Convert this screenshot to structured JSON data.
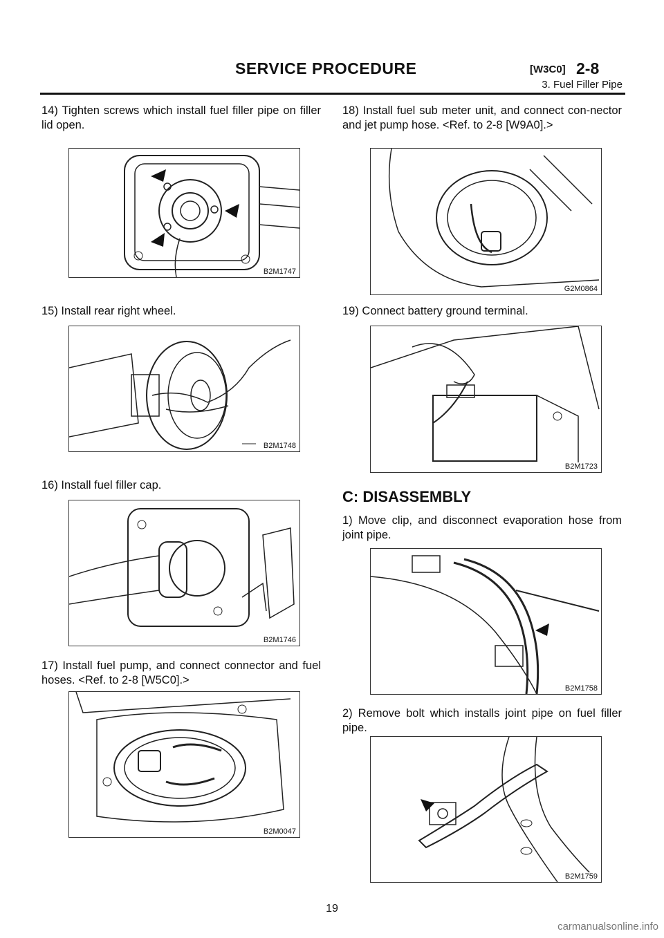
{
  "header": {
    "title": "SERVICE PROCEDURE",
    "code": "[W3C0]",
    "section": "2-8",
    "subtitle": "3. Fuel Filler Pipe"
  },
  "left_column": {
    "step14": "14) Tighten screws which install fuel filler pipe on filler lid open.",
    "fig14": "B2M1747",
    "step15": "15) Install rear right wheel.",
    "fig15": "B2M1748",
    "step16": "16) Install fuel filler cap.",
    "fig16": "B2M1746",
    "step17": "17) Install fuel pump, and connect connector and fuel hoses. <Ref. to 2-8 [W5C0].>",
    "fig17": "B2M0047"
  },
  "right_column": {
    "step18": "18) Install fuel sub meter unit, and connect con-nector and jet pump hose. <Ref. to 2-8 [W9A0].>",
    "fig18": "G2M0864",
    "step19": "19) Connect battery ground terminal.",
    "fig19": "B2M1723",
    "section_heading": "C: DISASSEMBLY",
    "step_d1": "1) Move clip, and disconnect evaporation hose from joint pipe.",
    "fig_d1": "B2M1758",
    "step_d2": "2) Remove bolt which installs joint pipe on fuel filler pipe.",
    "fig_d2": "B2M1759"
  },
  "footer": {
    "page_number": "19",
    "watermark": "carmanualsonline.info"
  }
}
